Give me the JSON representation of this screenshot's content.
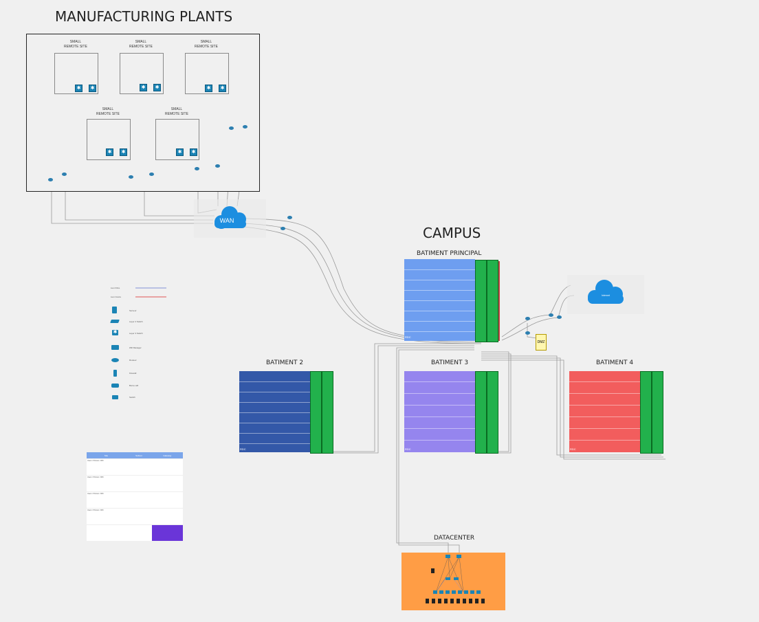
{
  "sections": {
    "manufacturing": "MANUFACTURING PLANTS",
    "campus": "CAMPUS",
    "wan": "WAN",
    "internet": "Internet",
    "dmz": "DMZ"
  },
  "sites": [
    {
      "label_line1": "SMALL",
      "label_line2": "REMOTE SITE"
    },
    {
      "label_line1": "SMALL",
      "label_line2": "REMOTE SITE"
    },
    {
      "label_line1": "SMALL",
      "label_line2": "REMOTE SITE"
    },
    {
      "label_line1": "SMALL",
      "label_line2": "REMOTE SITE"
    },
    {
      "label_line1": "SMALL",
      "label_line2": "REMOTE SITE"
    }
  ],
  "buildings": {
    "principal": {
      "name": "BATIMENT PRINCIPAL",
      "floor_tag": "RDC",
      "color": "#6e9ef0"
    },
    "b2": {
      "name": "BATIMENT 2",
      "floor_tag": "RDC",
      "color": "#3358a8"
    },
    "b3": {
      "name": "BATIMENT 3",
      "floor_tag": "RDC",
      "color": "#9585ee"
    },
    "b4": {
      "name": "BATIMENT 4",
      "floor_tag": "RDC",
      "color": "#f25d5d"
    },
    "datacenter": {
      "name": "DATACENTER",
      "color": "#ff9d45"
    }
  },
  "colors": {
    "rack": "#22b14c",
    "link_blue": "#7f8fd6",
    "link_red": "#e05555",
    "table_header": "#7aa5ea",
    "table_accent": "#6a35d8"
  },
  "legend": {
    "lines": [
      "Lien Fibre",
      "Lien Cuivre"
    ],
    "icons": [
      {
        "icon": "server-icon",
        "label": "Serveur"
      },
      {
        "icon": "layer2-switch-icon",
        "label": "Layer 2 Switch"
      },
      {
        "icon": "layer3-switch-icon",
        "label": "Layer 3 Switch"
      },
      {
        "icon": "wifi-manager-icon",
        "label": "Wifi Manager"
      },
      {
        "icon": "router-icon",
        "label": "Routeur"
      },
      {
        "icon": "firewall-icon",
        "label": "Firewall"
      },
      {
        "icon": "access-point-icon",
        "label": "Borne wifi"
      },
      {
        "icon": "switch-icon",
        "label": "Switch"
      }
    ]
  },
  "ip_table": {
    "headers": [
      "Site",
      "Subnet",
      "Gateway"
    ],
    "rows": [
      {
        "site": "Users / Printers / Wifi",
        "subnet": "",
        "gateway": ""
      },
      {
        "site": "Users / Printers / Wifi",
        "subnet": "",
        "gateway": ""
      },
      {
        "site": "Users / Printers / Wifi",
        "subnet": "",
        "gateway": ""
      },
      {
        "site": "Users / Printers / Wifi",
        "subnet": "",
        "gateway": ""
      },
      {
        "site": "",
        "subnet": "",
        "gateway": ""
      }
    ]
  }
}
